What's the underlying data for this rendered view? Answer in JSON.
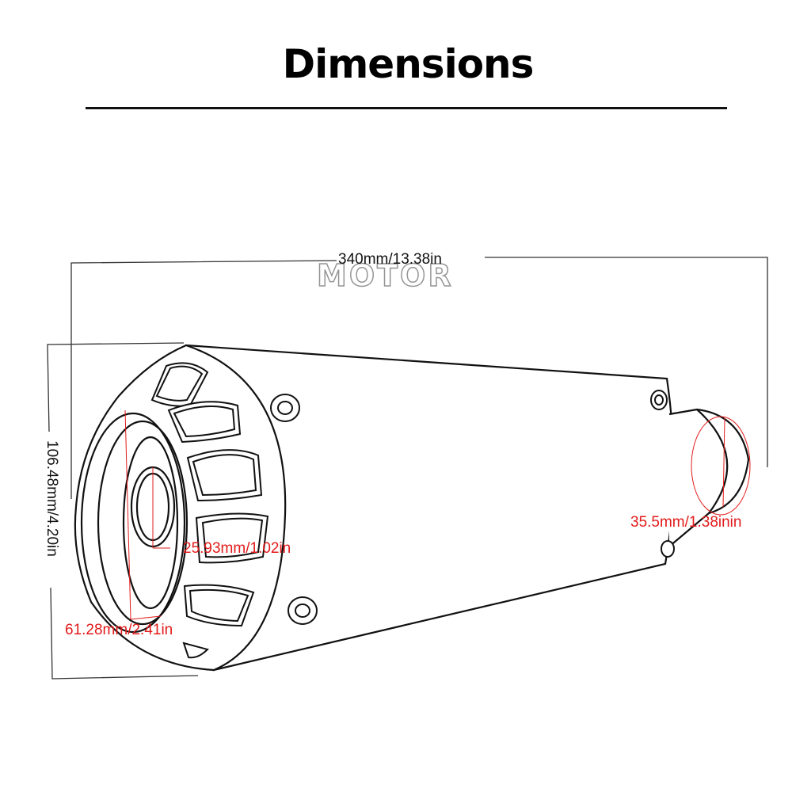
{
  "header": {
    "title": "Dimensions"
  },
  "watermark": {
    "text": "MOTOR"
  },
  "dimensions": {
    "overall_length": "340mm/13.38in",
    "outer_height": "106.48mm/4.20in",
    "outlet_diameter": "25.93mm/1.02in",
    "cap_diameter": "61.28mm/2.41in",
    "inlet_diameter": "35.5mm/1.38inin"
  },
  "colors": {
    "annotation_red": "#e31b1b",
    "line": "#111111"
  }
}
